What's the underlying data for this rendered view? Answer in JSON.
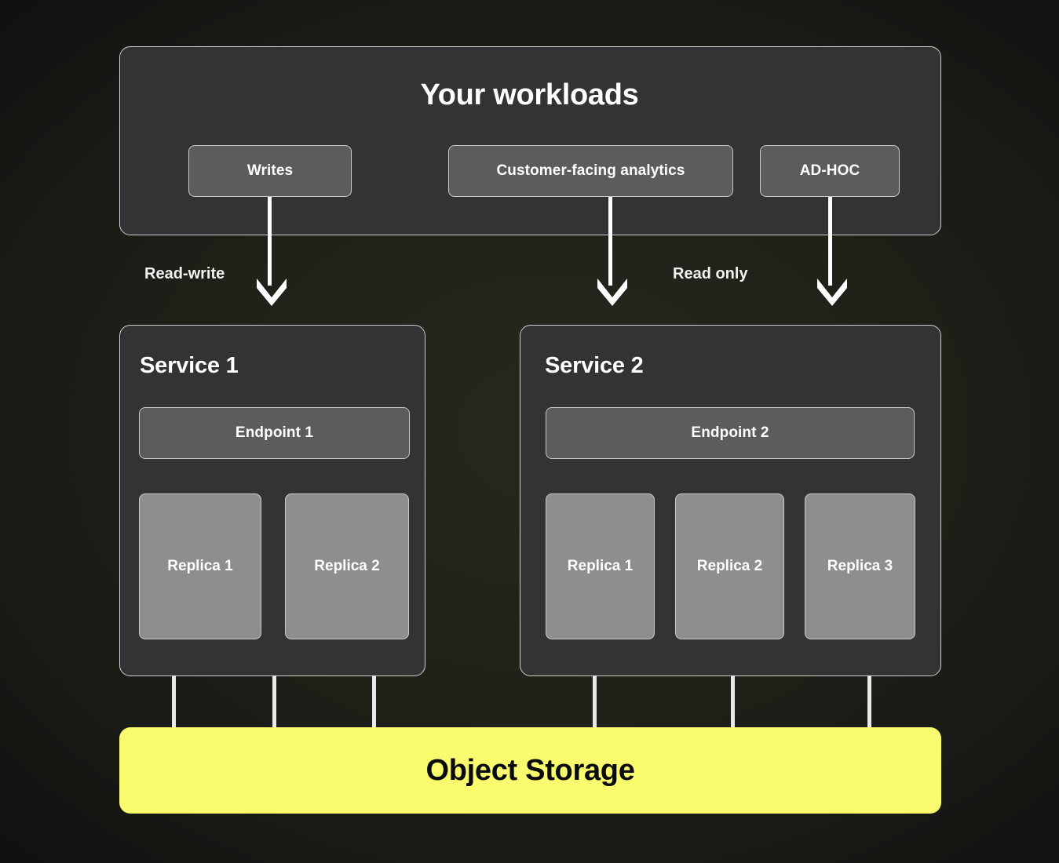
{
  "diagram": {
    "background_color": "#1c1c17",
    "accent_color": "#FAFA6E",
    "panel_color": "#333333",
    "pill_color": "#5c5c5c",
    "replica_color": "#8e8e8e"
  },
  "workloads_panel": {
    "title": "Your workloads",
    "items": [
      {
        "label": "Writes"
      },
      {
        "label": "Customer-facing analytics"
      },
      {
        "label": "AD-HOC"
      }
    ]
  },
  "edge_labels": [
    {
      "label": "Read-write"
    },
    {
      "label": "Read only"
    }
  ],
  "services": [
    {
      "title": "Service 1",
      "endpoint": "Endpoint 1",
      "replicas": [
        {
          "label": "Replica 1"
        },
        {
          "label": "Replica 2"
        }
      ]
    },
    {
      "title": "Service 2",
      "endpoint": "Endpoint 2",
      "replicas": [
        {
          "label": "Replica 1"
        },
        {
          "label": "Replica 2"
        },
        {
          "label": "Replica 3"
        }
      ]
    }
  ],
  "storage": {
    "label": "Object Storage"
  }
}
